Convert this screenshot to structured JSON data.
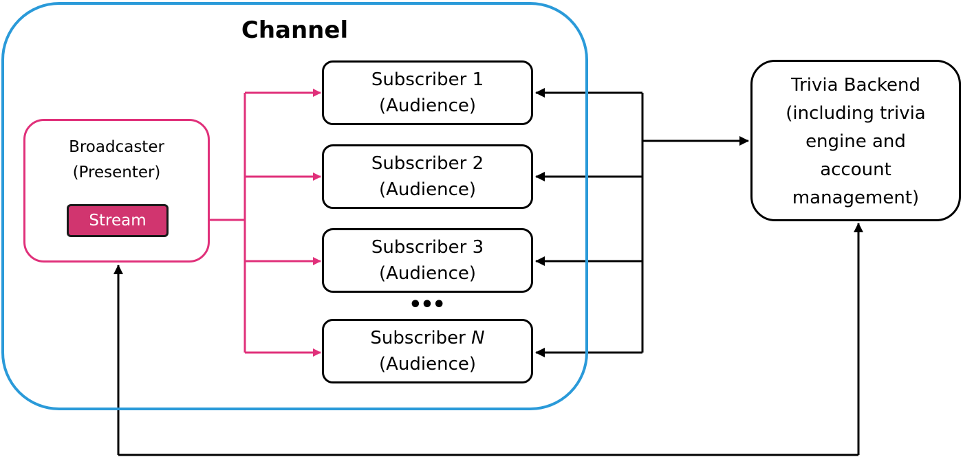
{
  "channel": {
    "title": "Channel"
  },
  "broadcaster": {
    "label": "Broadcaster\n(Presenter)",
    "stream_label": "Stream"
  },
  "subscribers": [
    {
      "name": "Subscriber 1",
      "role": "(Audience)"
    },
    {
      "name": "Subscriber 2",
      "role": "(Audience)"
    },
    {
      "name": "Subscriber 3",
      "role": "(Audience)"
    },
    {
      "name": "Subscriber N",
      "role": "(Audience)"
    }
  ],
  "ellipsis": "•••",
  "backend": {
    "lines": [
      "Trivia Backend",
      "(including trivia",
      "engine and",
      "account",
      "management)"
    ]
  },
  "colors": {
    "channel_border": "#2a9ad9",
    "stream_pink": "#e0307a",
    "stream_fill": "#d1356f",
    "line": "#000000"
  }
}
